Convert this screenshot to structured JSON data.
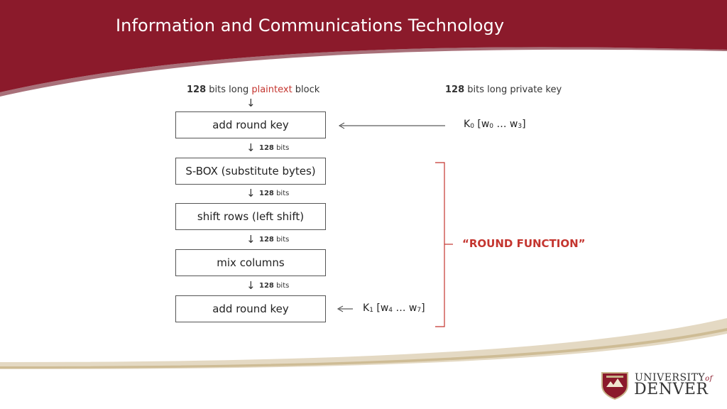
{
  "slide": {
    "title": "Information and Communications Technology"
  },
  "colors": {
    "header": "#8b1a2b",
    "accent": "#c4352f",
    "gold": "#c8b48a"
  },
  "diagram": {
    "plaintext_label": {
      "bits": "128",
      "pre": " bits long ",
      "highlight": "plaintext",
      "post": " block"
    },
    "key_label": {
      "bits": "128",
      "rest": " bits long private key"
    },
    "boxes": [
      "add round key",
      "S-BOX (substitute bytes)",
      "shift rows (left shift)",
      "mix columns",
      "add round key"
    ],
    "connector": {
      "bits": "128",
      "unit": "bits"
    },
    "key0": {
      "k": "K",
      "k_sub": "0",
      "open": " [w",
      "w1_sub": "0",
      "mid": " … w",
      "w2_sub": "3",
      "close": "]"
    },
    "key1": {
      "k": "K",
      "k_sub": "1",
      "open": " [w",
      "w1_sub": "4",
      "mid": " … w",
      "w2_sub": "7",
      "close": "]"
    },
    "round_function": "“ROUND FUNCTION”"
  },
  "logo": {
    "line1": "UNIVERSITY",
    "of": "of",
    "line2": "DENVER"
  }
}
